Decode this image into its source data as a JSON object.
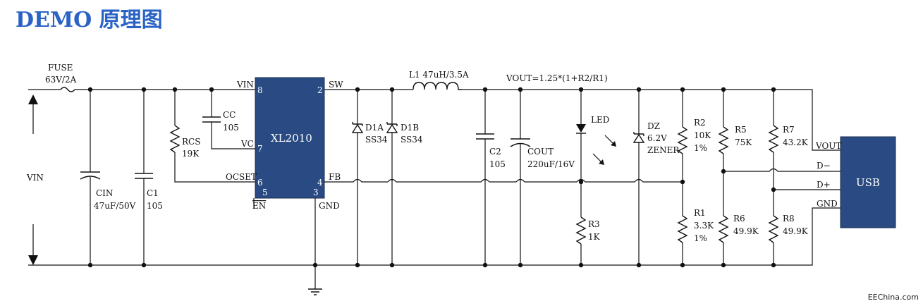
{
  "title": "DEMO 原理图",
  "watermark": "EEChina.com",
  "colors": {
    "title": "#2a63c5",
    "ic_fill": "#294a82",
    "wire": "#111111"
  },
  "labels": {
    "fuse_name": "FUSE",
    "fuse_value": "63V/2A",
    "vin": "VIN",
    "cc_name": "CC",
    "cc_value": "105",
    "rcs_name": "RCS",
    "rcs_value": "19K",
    "cin_name": "CIN",
    "cin_value": "47uF/50V",
    "c1_name": "C1",
    "c1_value": "105",
    "ic_name": "XL2010",
    "pin_vin": "VIN",
    "pin_vin_num": "8",
    "pin_vc": "VC",
    "pin_vc_num": "7",
    "pin_ocset": "OCSET",
    "pin_ocset_num": "6",
    "pin_en_num": "5",
    "pin_en": "EN",
    "pin_sw": "SW",
    "pin_sw_num": "2",
    "pin_fb": "FB",
    "pin_fb_num": "4",
    "pin_gnd_num": "3",
    "pin_gnd": "GND",
    "d1a_name": "D1A",
    "d1a_value": "SS34",
    "d1b_name": "D1B",
    "d1b_value": "SS34",
    "l1": "L1  47uH/3.5A",
    "vout_eq": "VOUT=1.25*(1+R2/R1)",
    "c2_name": "C2",
    "c2_value": "105",
    "cout_name": "COUT",
    "cout_value": "220uF/16V",
    "led": "LED",
    "r3_name": "R3",
    "r3_value": "1K",
    "dz_name": "DZ",
    "dz_value": "6.2V",
    "dz_type": "ZENER",
    "r2_name": "R2",
    "r2_value": "10K",
    "r2_tol": "1%",
    "r1_name": "R1",
    "r1_value": "3.3K",
    "r1_tol": "1%",
    "r5_name": "R5",
    "r5_value": "75K",
    "r6_name": "R6",
    "r6_value": "49.9K",
    "r7_name": "R7",
    "r7_value": "43.2K",
    "r8_name": "R8",
    "r8_value": "49.9K",
    "usb_vout": "VOUT",
    "usb_dminus": "D−",
    "usb_dplus": "D+",
    "usb_gnd": "GND",
    "usb": "USB"
  }
}
